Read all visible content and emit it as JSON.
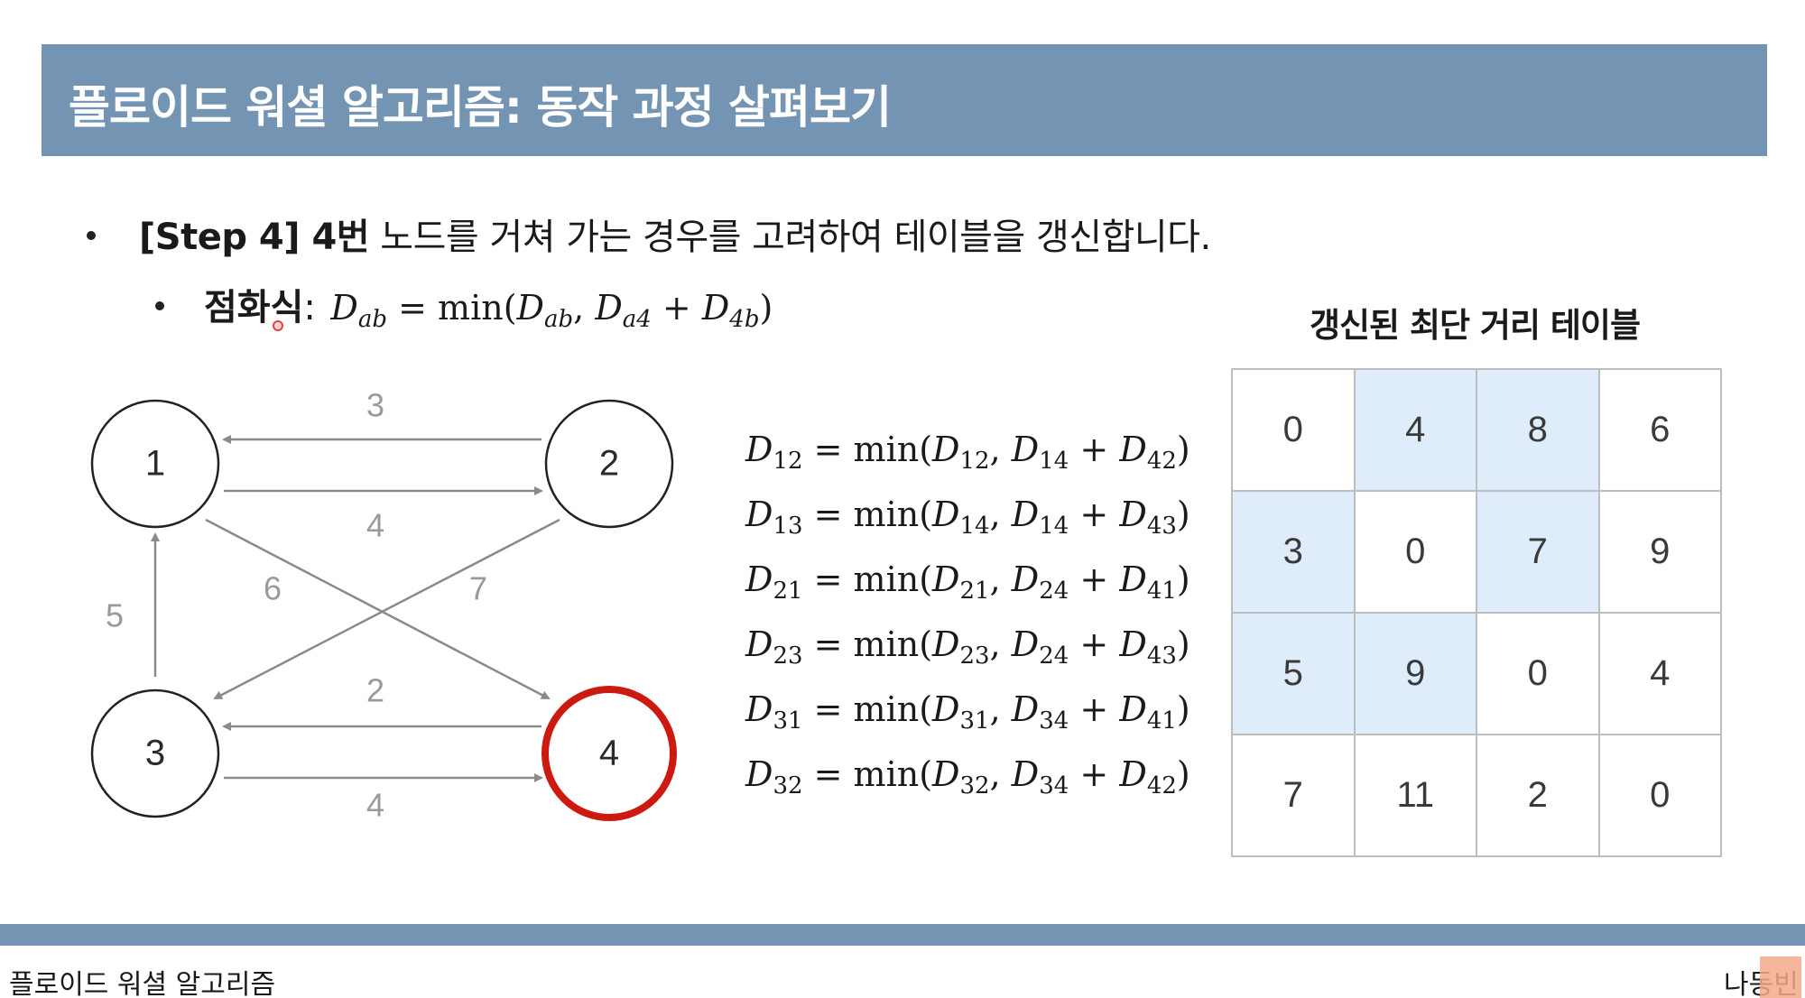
{
  "header": {
    "title": "플로이드 워셜 알고리즘: 동작 과정 살펴보기"
  },
  "bullets": {
    "step_bold": "[Step 4] 4번",
    "step_text": " 노드를 거쳐 가는 경우를 고려하여 테이블을 갱신합니다.",
    "recurrence_label": "점화식",
    "recurrence_colon": ":"
  },
  "graph": {
    "nodes": [
      {
        "id": "1",
        "highlight": false
      },
      {
        "id": "2",
        "highlight": false
      },
      {
        "id": "3",
        "highlight": false
      },
      {
        "id": "4",
        "highlight": true
      }
    ],
    "edges": [
      {
        "from": "2",
        "to": "1",
        "weight": "3"
      },
      {
        "from": "1",
        "to": "2",
        "weight": "4"
      },
      {
        "from": "1",
        "to": "4",
        "weight": "6"
      },
      {
        "from": "2",
        "to": "3",
        "weight": "7"
      },
      {
        "from": "3",
        "to": "1",
        "weight": "5"
      },
      {
        "from": "4",
        "to": "3",
        "weight": "2"
      },
      {
        "from": "3",
        "to": "4",
        "weight": "4"
      }
    ],
    "edge_color": "#8a8a8a",
    "highlight_color": "#cc1a10"
  },
  "equations": [
    {
      "lhs": "12",
      "a": "12",
      "b": "14",
      "c": "42"
    },
    {
      "lhs": "13",
      "a": "14",
      "b": "14",
      "c": "43"
    },
    {
      "lhs": "21",
      "a": "21",
      "b": "24",
      "c": "41"
    },
    {
      "lhs": "23",
      "a": "23",
      "b": "24",
      "c": "43"
    },
    {
      "lhs": "31",
      "a": "31",
      "b": "34",
      "c": "41"
    },
    {
      "lhs": "32",
      "a": "32",
      "b": "34",
      "c": "42"
    }
  ],
  "table": {
    "title": "갱신된 최단 거리 테이블",
    "rows": [
      [
        "0",
        "4",
        "8",
        "6"
      ],
      [
        "3",
        "0",
        "7",
        "9"
      ],
      [
        "5",
        "9",
        "0",
        "4"
      ],
      [
        "7",
        "11",
        "2",
        "0"
      ]
    ],
    "highlighted": [
      [
        0,
        1
      ],
      [
        0,
        2
      ],
      [
        1,
        0
      ],
      [
        1,
        2
      ],
      [
        2,
        0
      ],
      [
        2,
        1
      ]
    ],
    "highlight_color": "#deedf9"
  },
  "footer": {
    "left": "플로이드 워셜 알고리즘",
    "right": "나동빈"
  }
}
